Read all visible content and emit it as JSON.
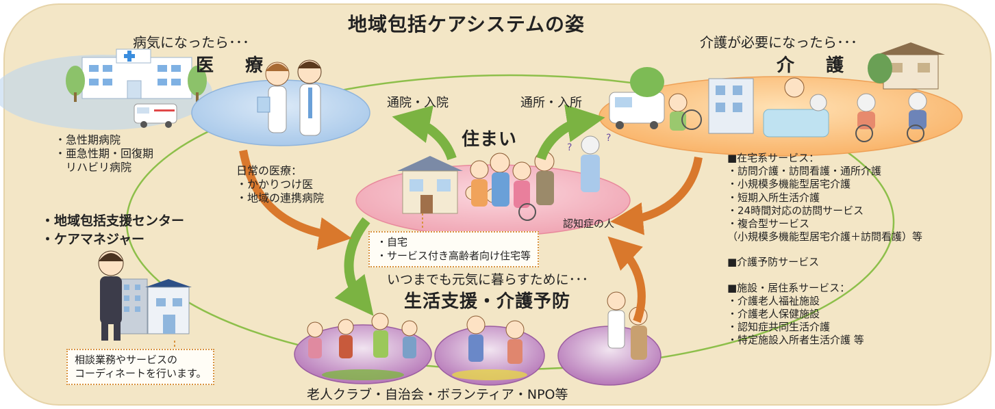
{
  "title": "地域包括ケアシステムの姿",
  "medical": {
    "intro": "病気になったら･･･",
    "heading": "医　療",
    "hospitals": [
      "・急性期病院",
      "・亜急性期・回復期",
      "　リハビリ病院"
    ],
    "daily_title": "日常の医療：",
    "daily_items": [
      "・かかりつけ医",
      "・地域の連携病院"
    ],
    "arrow_label": "通院・入院"
  },
  "care": {
    "intro": "介護が必要になったら･･･",
    "heading": "介　護",
    "arrow_label": "通所・入所",
    "home_services_title": "■在宅系サービス：",
    "home_services": [
      "・訪問介護・訪問看護・通所介護",
      "・小規模多機能型居宅介護",
      "・短期入所生活介護",
      "・24時間対応の訪問サービス",
      "・複合型サービス",
      "（小規模多機能型居宅介護＋訪問看護）等"
    ],
    "prevention_title": "■介護予防サービス",
    "facility_title": "■施設・居住系サービス：",
    "facility_services": [
      "・介護老人福祉施設",
      "・介護老人保健施設",
      "・認知症共同生活介護",
      "・特定施設入所者生活介護 等"
    ]
  },
  "housing": {
    "heading": "住まい",
    "dementia_label": "認知症の人",
    "items": [
      "・自宅",
      "・サービス付き高齢者向け住宅等"
    ]
  },
  "support": {
    "intro": "いつまでも元気に暮らすために･･･",
    "heading": "生活支援・介護予防",
    "footer": "老人クラブ・自治会・ボランティア・NPO等"
  },
  "center": {
    "items": [
      "・地域包括支援センター",
      "・ケアマネジャー"
    ],
    "note": [
      "相談業務やサービスの",
      "コーディネートを行います。"
    ]
  },
  "colors": {
    "background": "#f3e6c6",
    "medical_ellipse": "#bcd6ee",
    "care_ellipse": "#fcc987",
    "housing_ellipse": "#f6b9c4",
    "support_ellipse": "#b678b8",
    "ring": "#8dbf4a",
    "arrow_green": "#7bb342",
    "arrow_orange": "#d9782c"
  }
}
